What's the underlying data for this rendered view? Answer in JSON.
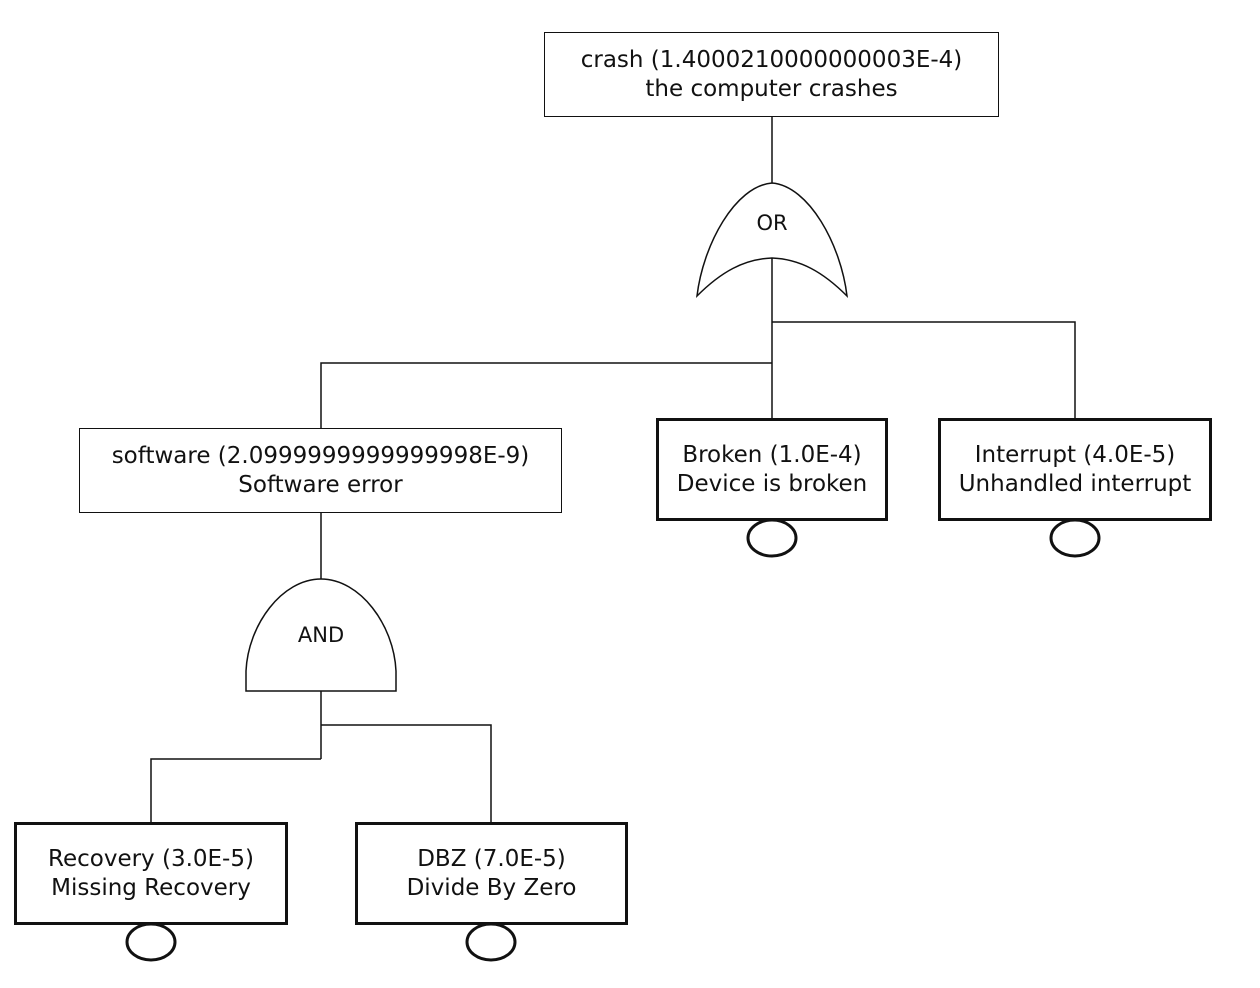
{
  "top_event": {
    "id_line": "crash (1.4000210000000003E-4)",
    "desc_line": "the computer crashes"
  },
  "gates": {
    "or_gate": {
      "label": "OR"
    },
    "and_gate": {
      "label": "AND"
    }
  },
  "intermediate_event": {
    "id_line": "software (2.0999999999999998E-9)",
    "desc_line": "Software error"
  },
  "basic_events": {
    "broken": {
      "id_line": "Broken (1.0E-4)",
      "desc_line": "Device is broken"
    },
    "interrupt": {
      "id_line": "Interrupt (4.0E-5)",
      "desc_line": "Unhandled interrupt"
    },
    "recovery": {
      "id_line": "Recovery (3.0E-5)",
      "desc_line": "Missing Recovery"
    },
    "dbz": {
      "id_line": "DBZ (7.0E-5)",
      "desc_line": "Divide By Zero"
    }
  }
}
